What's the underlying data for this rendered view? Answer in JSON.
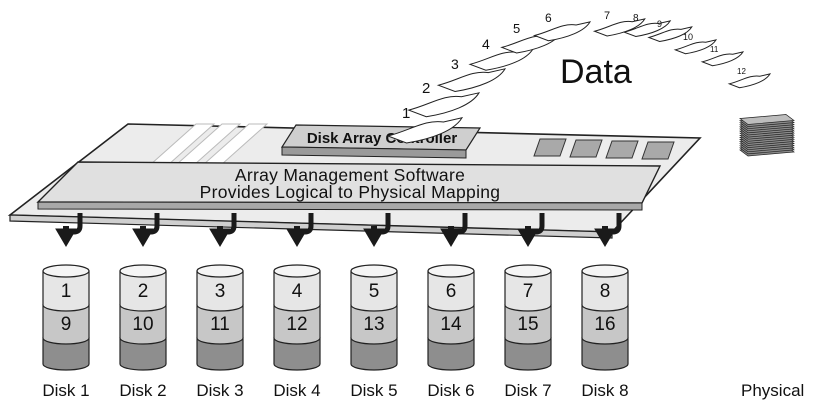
{
  "diagram": {
    "data_label": "Data",
    "controller_label": "Disk Array Controller",
    "software_line1": "Array Management Software",
    "software_line2": "Provides Logical to Physical Mapping",
    "physical_label": "Physical",
    "sheets": [
      "1",
      "2",
      "3",
      "4",
      "5",
      "6",
      "7",
      "8",
      "9",
      "10",
      "11",
      "12"
    ],
    "disks": [
      {
        "label": "Disk 1",
        "top": "1",
        "bottom": "9"
      },
      {
        "label": "Disk 2",
        "top": "2",
        "bottom": "10"
      },
      {
        "label": "Disk 3",
        "top": "3",
        "bottom": "11"
      },
      {
        "label": "Disk 4",
        "top": "4",
        "bottom": "12"
      },
      {
        "label": "Disk 5",
        "top": "5",
        "bottom": "13"
      },
      {
        "label": "Disk 6",
        "top": "6",
        "bottom": "14"
      },
      {
        "label": "Disk 7",
        "top": "7",
        "bottom": "15"
      },
      {
        "label": "Disk 8",
        "top": "8",
        "bottom": "16"
      }
    ],
    "colors": {
      "board": "#ececec",
      "controller": "#bdbdbd",
      "software_box": "#e0e0e0",
      "chip": "#a9a9a9",
      "disk_top": "#e6e6e6",
      "disk_mid": "#c7c7c7",
      "disk_base": "#8e8e8e",
      "arrow": "#1a1a1a"
    }
  }
}
